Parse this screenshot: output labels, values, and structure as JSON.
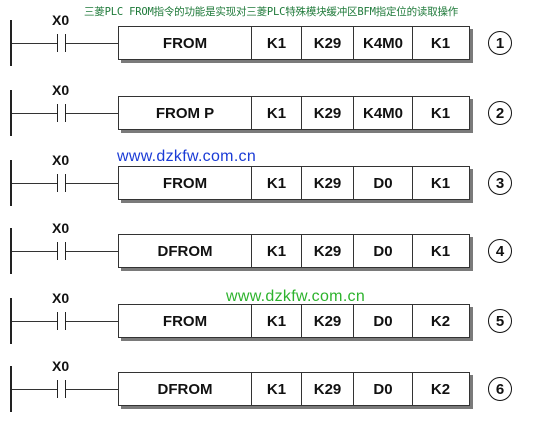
{
  "caption": "三菱PLC FROM指令的功能是实现对三菱PLC特殊模块缓冲区BFM指定位的读取操作",
  "colors": {
    "watermark_blue": "#1a3bd6",
    "watermark_green": "#2db32d",
    "caption_green": "#1f7a3a"
  },
  "watermarks": [
    "www.dzkfw.com.cn",
    "www.dzkfw.com.cn"
  ],
  "rungs": [
    {
      "contact": "X0",
      "instruction": "FROM",
      "operands": [
        "K1",
        "K29",
        "K4M0",
        "K1"
      ],
      "number": "1"
    },
    {
      "contact": "X0",
      "instruction": "FROM P",
      "operands": [
        "K1",
        "K29",
        "K4M0",
        "K1"
      ],
      "number": "2"
    },
    {
      "contact": "X0",
      "instruction": "FROM",
      "operands": [
        "K1",
        "K29",
        "D0",
        "K1"
      ],
      "number": "3"
    },
    {
      "contact": "X0",
      "instruction": "DFROM",
      "operands": [
        "K1",
        "K29",
        "D0",
        "K1"
      ],
      "number": "4"
    },
    {
      "contact": "X0",
      "instruction": "FROM",
      "operands": [
        "K1",
        "K29",
        "D0",
        "K2"
      ],
      "number": "5"
    },
    {
      "contact": "X0",
      "instruction": "DFROM",
      "operands": [
        "K1",
        "K29",
        "D0",
        "K2"
      ],
      "number": "6"
    }
  ]
}
